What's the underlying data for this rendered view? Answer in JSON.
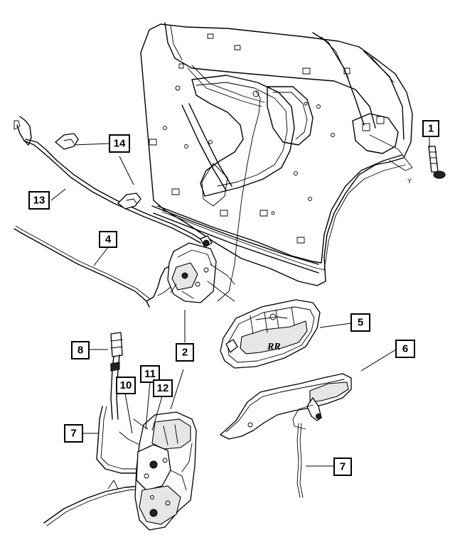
{
  "callouts": [
    {
      "id": "1",
      "label": "1"
    },
    {
      "id": "2",
      "label": "2"
    },
    {
      "id": "4",
      "label": "4"
    },
    {
      "id": "5",
      "label": "5"
    },
    {
      "id": "6",
      "label": "6"
    },
    {
      "id": "7a",
      "label": "7"
    },
    {
      "id": "7b",
      "label": "7"
    },
    {
      "id": "8",
      "label": "8"
    },
    {
      "id": "10",
      "label": "10"
    },
    {
      "id": "11",
      "label": "11"
    },
    {
      "id": "12",
      "label": "12"
    },
    {
      "id": "13",
      "label": "13"
    },
    {
      "id": "14",
      "label": "14"
    }
  ],
  "markings": {
    "handle_text": "RR",
    "door_mark": "Y"
  }
}
